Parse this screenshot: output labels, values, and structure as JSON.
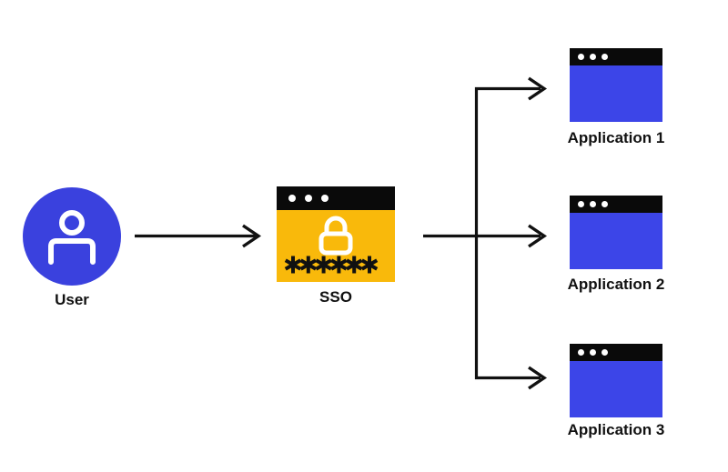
{
  "colors": {
    "user_blue": "#3A41DE",
    "app_blue": "#3C45E8",
    "accent_yellow": "#F9B90B",
    "bar_black": "#0A0A0A",
    "line_black": "#111111",
    "text": "#111111",
    "background": "#FFFFFF"
  },
  "nodes": {
    "user": {
      "label": "User",
      "icon": "person-icon"
    },
    "sso": {
      "label": "SSO",
      "icon": "lock-icon",
      "password_mask": "******"
    },
    "applications": [
      {
        "label": "Application 1"
      },
      {
        "label": "Application 2"
      },
      {
        "label": "Application 3"
      }
    ]
  },
  "connections": [
    {
      "from": "User",
      "to": "SSO"
    },
    {
      "from": "SSO",
      "to": "Application 1"
    },
    {
      "from": "SSO",
      "to": "Application 2"
    },
    {
      "from": "SSO",
      "to": "Application 3"
    }
  ]
}
